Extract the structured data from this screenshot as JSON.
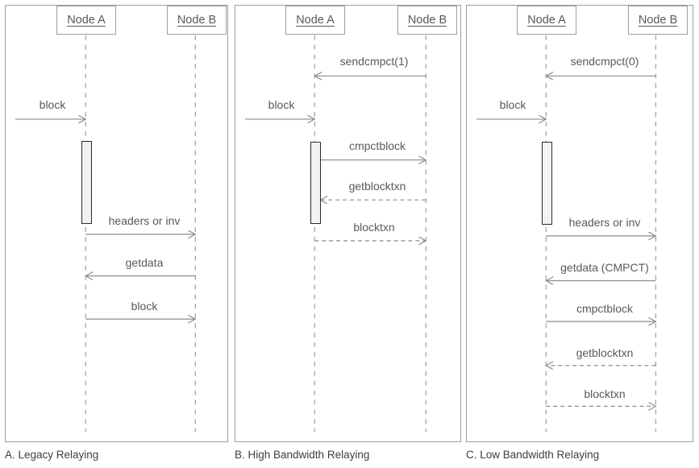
{
  "figure": {
    "title": "Bitcoin compact block relaying sequence diagrams",
    "colors": {
      "panel_border": "#9e9e9e",
      "lifeline": "#9e9e9e",
      "arrow": "#808080",
      "text": "#595959",
      "caption_text": "#404040",
      "activation_fill": "#f2f2f2",
      "activation_border": "#2b2b2b"
    }
  },
  "panels": [
    {
      "id": "panel-a",
      "caption": "A. Legacy Relaying",
      "participants": [
        {
          "id": "node-a",
          "label": "Node A"
        },
        {
          "id": "node-b",
          "label": "Node B"
        }
      ],
      "messages": [
        {
          "id": "block-in",
          "label": "block",
          "from": "external",
          "to": "node-a",
          "style": "solid"
        },
        {
          "id": "headers-or-inv",
          "label": "headers or inv",
          "from": "node-a",
          "to": "node-b",
          "style": "solid"
        },
        {
          "id": "getdata",
          "label": "getdata",
          "from": "node-b",
          "to": "node-a",
          "style": "solid"
        },
        {
          "id": "block-out",
          "label": "block",
          "from": "node-a",
          "to": "node-b",
          "style": "solid"
        }
      ]
    },
    {
      "id": "panel-b",
      "caption": "B. High Bandwidth Relaying",
      "participants": [
        {
          "id": "node-a",
          "label": "Node A"
        },
        {
          "id": "node-b",
          "label": "Node B"
        }
      ],
      "messages": [
        {
          "id": "sendcmpct-1",
          "label": "sendcmpct(1)",
          "from": "node-b",
          "to": "node-a",
          "style": "solid"
        },
        {
          "id": "block-in",
          "label": "block",
          "from": "external",
          "to": "node-a",
          "style": "solid"
        },
        {
          "id": "cmpctblock",
          "label": "cmpctblock",
          "from": "node-a",
          "to": "node-b",
          "style": "solid"
        },
        {
          "id": "getblocktxn",
          "label": "getblocktxn",
          "from": "node-b",
          "to": "node-a",
          "style": "dashed"
        },
        {
          "id": "blocktxn",
          "label": "blocktxn",
          "from": "node-a",
          "to": "node-b",
          "style": "dashed"
        }
      ]
    },
    {
      "id": "panel-c",
      "caption": "C. Low Bandwidth Relaying",
      "participants": [
        {
          "id": "node-a",
          "label": "Node A"
        },
        {
          "id": "node-b",
          "label": "Node B"
        }
      ],
      "messages": [
        {
          "id": "sendcmpct-0",
          "label": "sendcmpct(0)",
          "from": "node-b",
          "to": "node-a",
          "style": "solid"
        },
        {
          "id": "block-in",
          "label": "block",
          "from": "external",
          "to": "node-a",
          "style": "solid"
        },
        {
          "id": "headers-or-inv",
          "label": "headers or inv",
          "from": "node-a",
          "to": "node-b",
          "style": "solid"
        },
        {
          "id": "getdata-cmpct",
          "label": "getdata (CMPCT)",
          "from": "node-b",
          "to": "node-a",
          "style": "solid"
        },
        {
          "id": "cmpctblock",
          "label": "cmpctblock",
          "from": "node-a",
          "to": "node-b",
          "style": "solid"
        },
        {
          "id": "getblocktxn",
          "label": "getblocktxn",
          "from": "node-b",
          "to": "node-a",
          "style": "dashed"
        },
        {
          "id": "blocktxn",
          "label": "blocktxn",
          "from": "node-a",
          "to": "node-b",
          "style": "dashed"
        }
      ]
    }
  ]
}
